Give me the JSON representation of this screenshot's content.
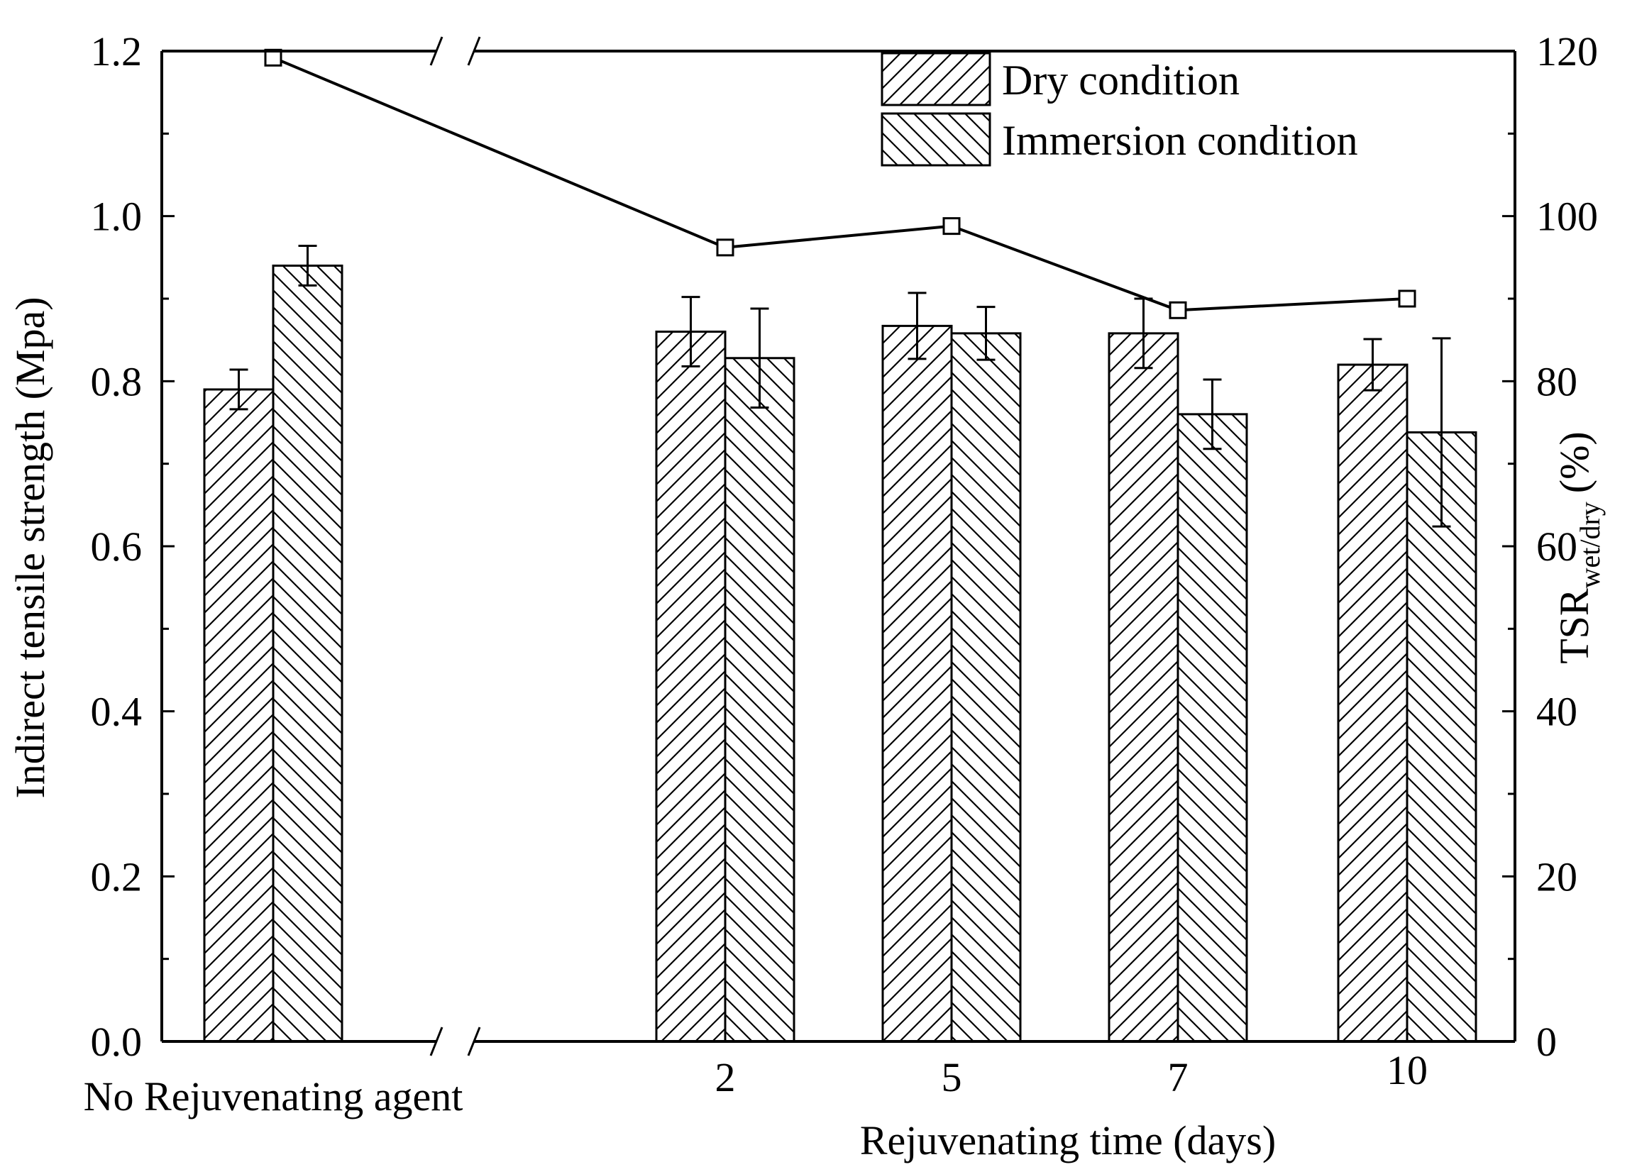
{
  "chart_data": {
    "type": "bar",
    "categories": [
      "No Rejuvenating agent",
      "2",
      "5",
      "7",
      "10"
    ],
    "xlabel": "Rejuvenating time (days)",
    "ylabel": "Indirect tensile strength (Mpa)",
    "ylabel_right_main": "TSR",
    "ylabel_right_sub": "wet/dry",
    "ylabel_right_unit": "(%)",
    "ylim": [
      0,
      1.2
    ],
    "ylim_right": [
      0,
      120
    ],
    "yticks": [
      "0.0",
      "0.2",
      "0.4",
      "0.6",
      "0.8",
      "1.0",
      "1.2"
    ],
    "yticks_right": [
      "0",
      "20",
      "40",
      "60",
      "80",
      "100",
      "120"
    ],
    "axis_break": true,
    "legend_position": "top-right",
    "series": [
      {
        "name": "Dry condition",
        "pattern": "forward-hatch",
        "values": [
          0.79,
          0.86,
          0.867,
          0.858,
          0.82
        ],
        "errors": [
          0.024,
          0.042,
          0.04,
          0.042,
          0.031
        ]
      },
      {
        "name": "Immersion condition",
        "pattern": "back-hatch",
        "values": [
          0.94,
          0.828,
          0.858,
          0.76,
          0.738
        ],
        "errors": [
          0.024,
          0.06,
          0.032,
          0.042,
          0.114
        ]
      }
    ],
    "line_series": {
      "axis": "right",
      "marker": "square",
      "values": [
        119.2,
        96.2,
        98.8,
        88.6,
        90
      ]
    }
  }
}
